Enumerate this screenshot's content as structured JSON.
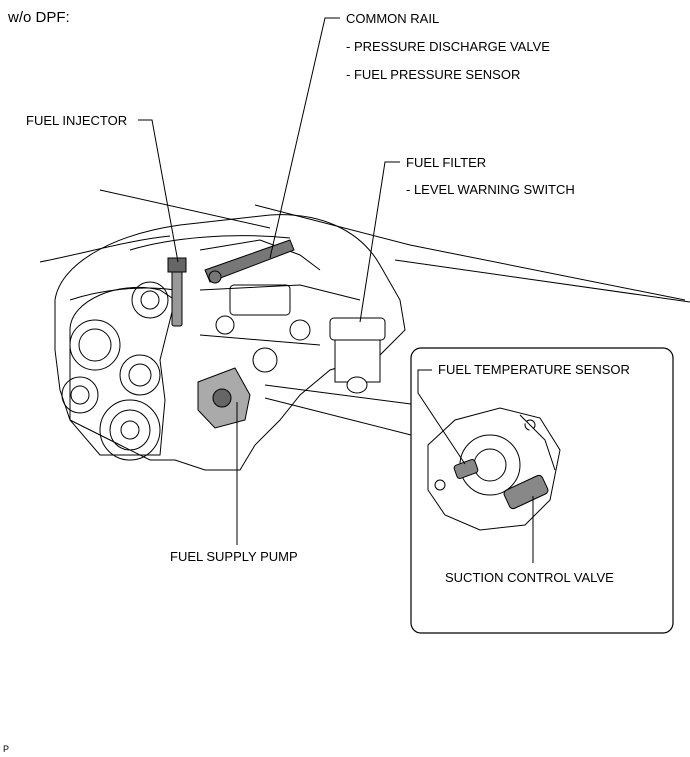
{
  "title": "w/o DPF:",
  "labels": {
    "common_rail": "COMMON RAIL",
    "pressure_discharge_valve": "- PRESSURE DISCHARGE VALVE",
    "fuel_pressure_sensor": "- FUEL PRESSURE SENSOR",
    "fuel_injector": "FUEL INJECTOR",
    "fuel_filter": "FUEL FILTER",
    "level_warning_switch": "- LEVEL WARNING SWITCH",
    "fuel_temperature_sensor": "FUEL TEMPERATURE SENSOR",
    "fuel_supply_pump": "FUEL SUPPLY PUMP",
    "suction_control_valve": "SUCTION CONTROL VALVE"
  },
  "figure_code": "P"
}
